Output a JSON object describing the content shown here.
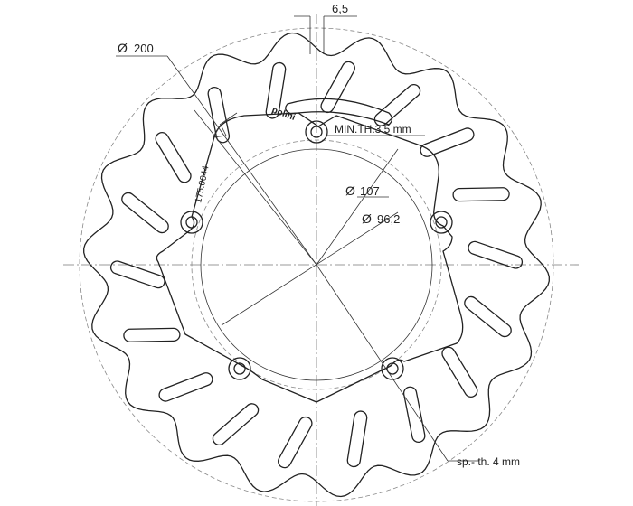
{
  "dimensions": {
    "slot_width": "6,5",
    "outer_diameter": "200",
    "min_thickness": "MIN.TH.3.5 mm",
    "part_number": "175.0044",
    "bolt_circle_diameter": "107",
    "center_hole_diameter": "96,2"
  },
  "notes": {
    "thickness": "sp.- th. 4 mm"
  },
  "brand": {
    "logo_text": "polini"
  },
  "symbols": {
    "diameter": "Ø"
  }
}
